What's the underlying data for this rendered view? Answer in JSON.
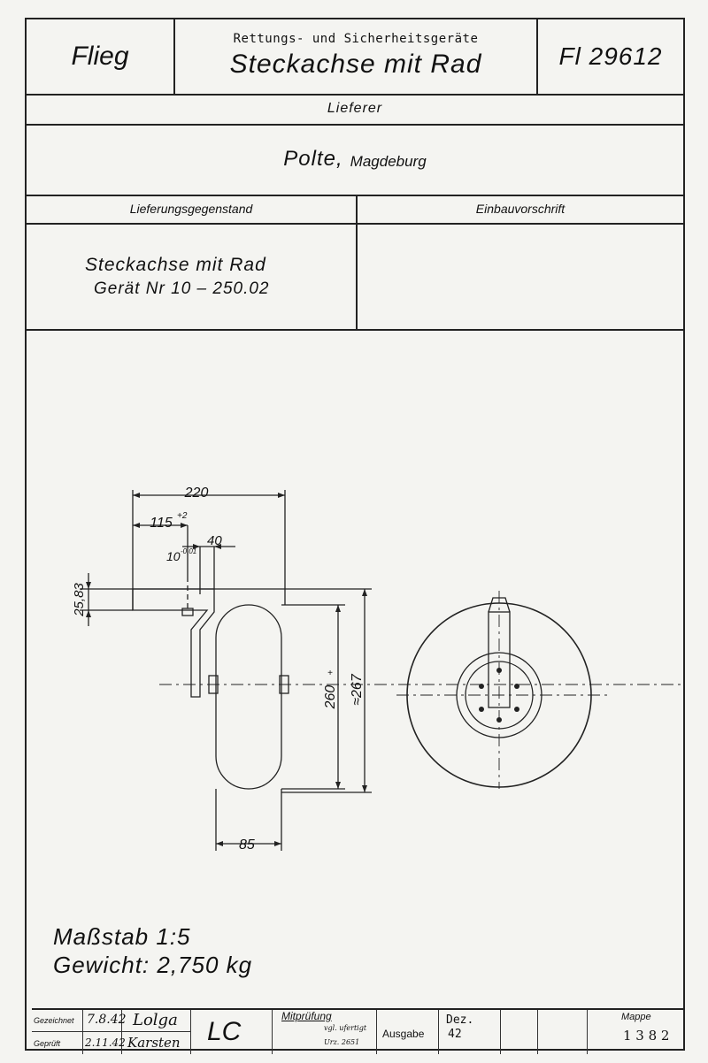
{
  "header": {
    "flieg": "Flieg",
    "category": "Rettungs- und Sicherheitsgeräte",
    "title": "Steckachse mit Rad",
    "code": "Fl 29612"
  },
  "supplier": {
    "label": "Lieferer",
    "name": "Polte,",
    "city": "Magdeburg"
  },
  "columns": {
    "left_header": "Lieferungsgegenstand",
    "right_header": "Einbauvorschrift"
  },
  "item": {
    "line1": "Steckachse mit Rad",
    "line2": "Gerät Nr 10 – 250.02"
  },
  "dimensions": {
    "d220": "220",
    "d115": "115",
    "d115_tol": "+2",
    "d40": "40",
    "d10": "10",
    "d10_tol": "-0,01",
    "d25_83": "25,83",
    "d260": "260",
    "d260_tol": "+",
    "d267": "≈267",
    "d85": "85"
  },
  "notes": {
    "scale": "Maßstab 1:5",
    "weight": "Gewicht: 2,750 kg"
  },
  "title_block": {
    "drawn_label": "Gezeichnet",
    "drawn_date": "7.8.42",
    "drawn_sign": "Lolga",
    "checked_label": "Geprüft",
    "checked_date": "2.11.42",
    "checked_sign": "Karsten",
    "lc": "LC",
    "coreview_label": "Mitprüfung",
    "coreview_note1": "vgl. ufertigt",
    "coreview_note2": "Urz. 2651",
    "ausgabe": "Ausgabe",
    "dez_label": "Dez.",
    "dez_value": "42",
    "mappe_label": "Mappe",
    "mappe_value": "1 3 8 2"
  }
}
